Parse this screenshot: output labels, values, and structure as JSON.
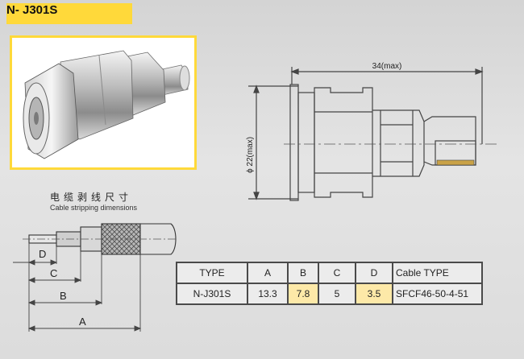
{
  "title": "N- J301S",
  "stripping": {
    "title_cn": "电缆剥线尺寸",
    "title_en": "Cable stripping dimensions",
    "dim_labels": [
      "D",
      "C",
      "B",
      "A"
    ]
  },
  "drawing": {
    "length_label": "34(max)",
    "diameter_label": "ϕ 22(max)"
  },
  "table": {
    "headers": [
      "TYPE",
      "A",
      "B",
      "C",
      "D",
      "Cable TYPE"
    ],
    "row": [
      "N-J301S",
      "13.3",
      "7.8",
      "5",
      "3.5",
      "SFCF46-50-4-51"
    ]
  },
  "colors": {
    "accent_yellow": "#ffd93a",
    "cell_yellow": "#fde9a8"
  }
}
